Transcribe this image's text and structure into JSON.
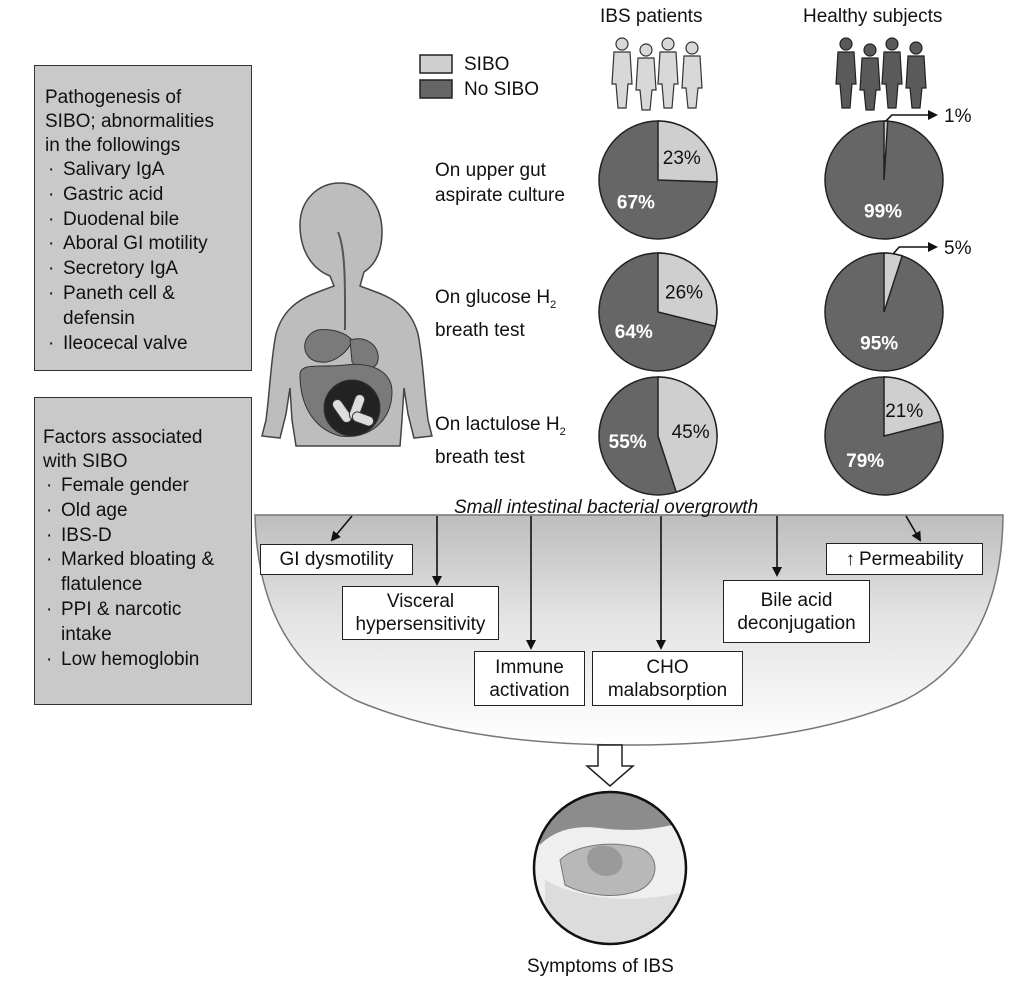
{
  "colors": {
    "sibo": "#cfcfcf",
    "no_sibo": "#666666",
    "box_fill": "#c9c9c9",
    "outline": "#222222"
  },
  "left_boxes": {
    "pathogenesis": {
      "title": "Pathogenesis of\nSIBO; abnormalities\nin the followings",
      "items": [
        "Salivary IgA",
        "Gastric acid",
        "Duodenal bile",
        "Aboral GI motility",
        "Secretory IgA",
        "Paneth cell &\ndefensin",
        "Ileocecal valve"
      ]
    },
    "factors": {
      "title": "Factors associated\nwith SIBO",
      "items": [
        "Female gender",
        "Old age",
        "IBS-D",
        "Marked bloating &\nflatulence",
        "PPI & narcotic\nintake",
        "Low hemoglobin"
      ]
    },
    "bullet": "·"
  },
  "legend": {
    "sibo": "SIBO",
    "no_sibo": "No SIBO"
  },
  "column_headers": {
    "ibs": "IBS patients",
    "healthy": "Healthy subjects"
  },
  "row_labels": {
    "row1": "On upper gut\naspirate culture",
    "row2_prefix": "On glucose H",
    "row2_suffix": "breath test",
    "row3_prefix": "On lactulose H",
    "row3_suffix": "breath test",
    "subscript": "2"
  },
  "chart_data": {
    "type": "pie",
    "series_names": [
      "SIBO",
      "No SIBO"
    ],
    "charts": [
      {
        "group": "IBS patients",
        "test": "On upper gut aspirate culture",
        "sibo_pct": 23,
        "no_sibo_pct": 67,
        "sibo_label": "23%",
        "no_sibo_label": "67%"
      },
      {
        "group": "Healthy subjects",
        "test": "On upper gut aspirate culture",
        "sibo_pct": 1,
        "no_sibo_pct": 99,
        "sibo_label": "1%",
        "no_sibo_label": "99%",
        "callout": true
      },
      {
        "group": "IBS patients",
        "test": "On glucose H2 breath test",
        "sibo_pct": 26,
        "no_sibo_pct": 64,
        "sibo_label": "26%",
        "no_sibo_label": "64%"
      },
      {
        "group": "Healthy subjects",
        "test": "On glucose H2 breath test",
        "sibo_pct": 5,
        "no_sibo_pct": 95,
        "sibo_label": "5%",
        "no_sibo_label": "95%",
        "callout": true
      },
      {
        "group": "IBS patients",
        "test": "On lactulose H2 breath test",
        "sibo_pct": 45,
        "no_sibo_pct": 55,
        "sibo_label": "45%",
        "no_sibo_label": "55%"
      },
      {
        "group": "Healthy subjects",
        "test": "On lactulose H2 breath test",
        "sibo_pct": 21,
        "no_sibo_pct": 79,
        "sibo_label": "21%",
        "no_sibo_label": "79%"
      }
    ]
  },
  "bowl": {
    "title": "Small intestinal bacterial overgrowth",
    "mechanisms": {
      "gi_dysmotility": "GI dysmotility",
      "visceral": "Visceral\nhypersensitivity",
      "immune": "Immune\nactivation",
      "cho": "CHO\nmalabsorption",
      "bile": "Bile acid\ndeconjugation",
      "permeability_arrow": "↑",
      "permeability": "Permeability"
    }
  },
  "outcome": {
    "label": "Symptoms of IBS"
  }
}
